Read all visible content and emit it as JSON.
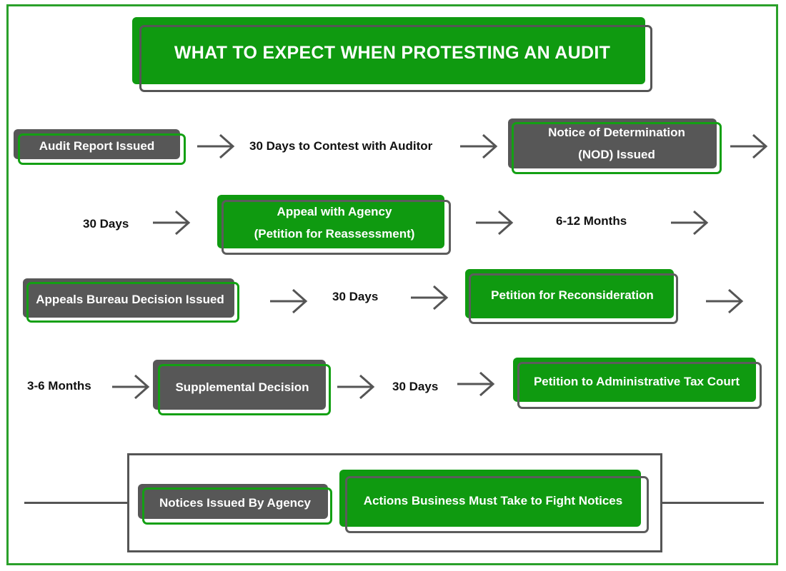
{
  "title": "WHAT TO EXPECT WHEN PROTESTING AN AUDIT",
  "steps": {
    "audit_report": "Audit Report Issued",
    "contest_auditor": "30 Days to Contest with Auditor",
    "nod_line1": "Notice of Determination",
    "nod_line2": "(NOD) Issued",
    "days30_a": "30 Days",
    "appeal_line1": "Appeal with Agency",
    "appeal_line2": "(Petition for Reassessment)",
    "months_6_12": "6-12 Months",
    "appeals_bureau": "Appeals Bureau Decision Issued",
    "days30_b": "30 Days",
    "petition_reconsideration": "Petition for Reconsideration",
    "months_3_6": "3-6 Months",
    "supplemental": "Supplemental Decision",
    "days30_c": "30 Days",
    "petition_tax_court": "Petition to Administrative Tax Court"
  },
  "legend": {
    "notices": "Notices Issued By Agency",
    "actions": "Actions Business Must Take to Fight Notices"
  },
  "colors": {
    "green": "#0f9a10",
    "gray": "#575757",
    "frame": "#2aa02a",
    "arrow": "#555555"
  },
  "icons": {
    "arrow": "arrow-right-icon"
  }
}
